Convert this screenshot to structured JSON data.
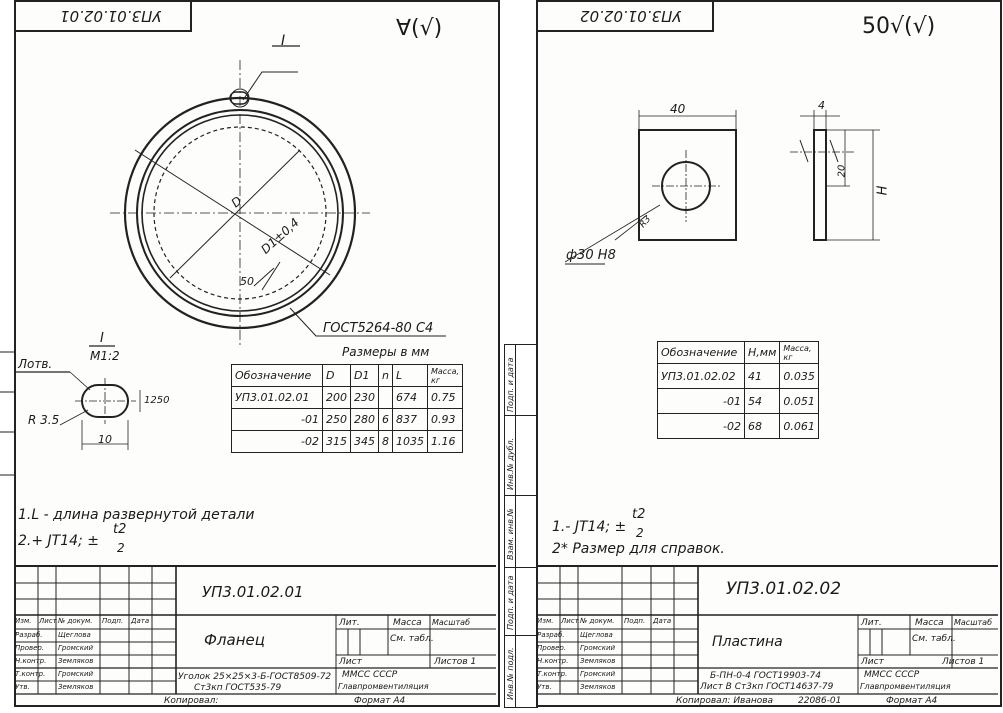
{
  "left": {
    "corner_code": "УП3.01.02.01",
    "roughness": "∀(√)",
    "detail_mark": "I",
    "scale_title": "I",
    "scale": "M1:2",
    "standard_ref": "ГОСТ5264-80 С4",
    "hole_label": "Лотв.",
    "radius_label": "R 3.5",
    "width_label": "10",
    "height_label": "1250",
    "dim_d": "D",
    "dim_d1": "D1±0,4",
    "weld_angle": "50",
    "table": {
      "caption": "Размеры в мм",
      "headers": [
        "Обозначение",
        "D",
        "D1",
        "n",
        "L",
        "Масса, кг"
      ],
      "rows": [
        [
          "УП3.01.02.01",
          "200",
          "230",
          "",
          "674",
          "0.75"
        ],
        [
          "-01",
          "250",
          "280",
          "6",
          "837",
          "0.93"
        ],
        [
          "-02",
          "315",
          "345",
          "8",
          "1035",
          "1.16"
        ]
      ]
    },
    "notes": [
      "1.L - длина развернутой детали",
      "2.+ JT14; ±"
    ],
    "note_frac_top": "t2",
    "note_frac_bottom": "2",
    "stamp": {
      "code": "УП3.01.02.01",
      "name": "Фланец",
      "lit_label": "Лит.",
      "mass_label": "Масса",
      "scale_label": "Масштаб",
      "mass_value": "См. табл.",
      "sheet_label": "Лист",
      "sheets_label": "Листов 1",
      "material_line1": "Уголок 25×25×3-Б-ГОСТ8509-72",
      "material_line2": "Ст3кп ГОСТ535-79",
      "org": "ММСС СССР",
      "org_sub": "Главпромвентиляция",
      "roles": [
        "Изм.",
        "Лист",
        "№ докум.",
        "Подп.",
        "Дата"
      ],
      "people": [
        [
          "Разраб.",
          "Щеглова"
        ],
        [
          "Провер.",
          "Громский"
        ],
        [
          "Н.контр.",
          "Земляков"
        ],
        [
          "Т.контр.",
          "Громский"
        ],
        [
          "Утв.",
          "Земляков"
        ]
      ],
      "copied": "Копировал:",
      "format": "Формат А4"
    }
  },
  "right": {
    "corner_code": "УП3.01.02.02",
    "roughness": "50√(√)",
    "dim_width": "40",
    "dim_thick": "4",
    "dim_20": "20",
    "dim_h": "H",
    "dim_chamfer": "R3",
    "hole_label": "ф30 H8",
    "table": {
      "headers": [
        "Обозначение",
        "Н,мм",
        "Масса, кг"
      ],
      "rows": [
        [
          "УП3.01.02.02",
          "41",
          "0.035"
        ],
        [
          "-01",
          "54",
          "0.051"
        ],
        [
          "-02",
          "68",
          "0.061"
        ]
      ]
    },
    "notes": [
      "1.- JT14; ±",
      "2* Размер для справок."
    ],
    "note_frac_top": "t2",
    "note_frac_bottom": "2",
    "stamp": {
      "code": "УП3.01.02.02",
      "name": "Пластина",
      "lit_label": "Лит.",
      "mass_label": "Масса",
      "scale_label": "Масштаб",
      "mass_value": "См. табл.",
      "sheet_label": "Лист",
      "sheets_label": "Листов 1",
      "material_line1": "Б-ПН-0-4 ГОСТ19903-74",
      "material_line2": "Лист В Ст3кп ГОСТ14637-79",
      "org": "ММСС СССР",
      "org_sub": "Главпромвентиляция",
      "roles": [
        "Изм.",
        "Лист",
        "№ докум.",
        "Подп.",
        "Дата"
      ],
      "people": [
        [
          "Разраб.",
          "Щеглова"
        ],
        [
          "Провер.",
          "Громский"
        ],
        [
          "Н.контр.",
          "Земляков"
        ],
        [
          "Т.контр.",
          "Громский"
        ],
        [
          "Утв.",
          "Земляков"
        ]
      ],
      "copied": "Копировал: Иванова",
      "sheet_num": "22086-01",
      "format": "Формат А4"
    },
    "side_labels": [
      "Инв.№ подл.",
      "Подп. и дата",
      "Взам. инв.№",
      "Инв.№ дубл.",
      "Подп. и дата"
    ]
  }
}
